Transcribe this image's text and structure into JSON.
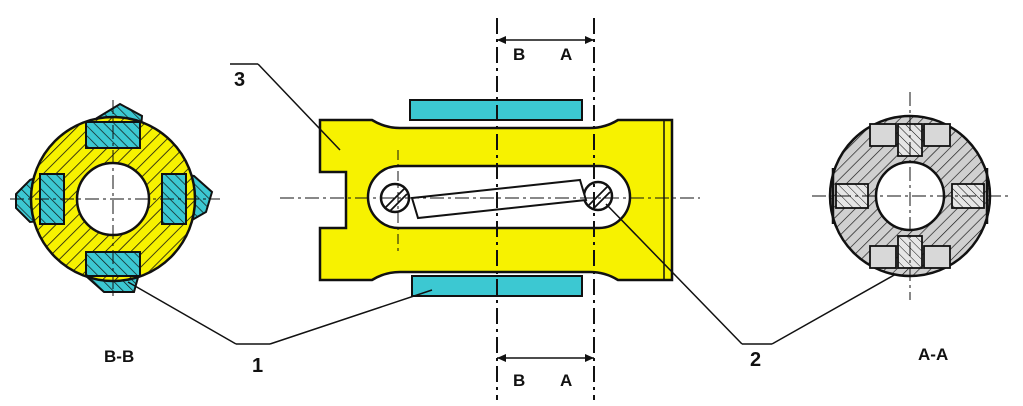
{
  "drawing": {
    "part_labels": {
      "part_3": "3",
      "part_1": "1",
      "part_2": "2"
    },
    "section_marks": {
      "top_b": "B",
      "top_a": "A",
      "bottom_b": "B",
      "bottom_a": "A"
    },
    "section_titles": {
      "left": "B-B",
      "right": "A-A"
    }
  },
  "colors": {
    "body_fill": "#f7f200",
    "key_fill": "#3cc8d2",
    "line": "#111111",
    "right_section_fill": "#d0d0d0",
    "background": "#ffffff"
  }
}
